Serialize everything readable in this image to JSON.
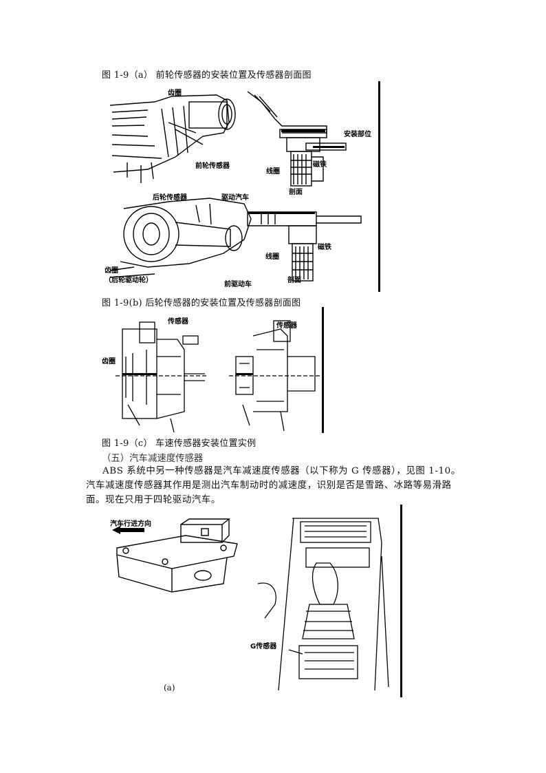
{
  "captions": {
    "fig_a": "图 1-9（a）  前轮传感器的安装位置及传感器剖面图",
    "fig_b": "图 1-9(b)    后轮传感器的安装位置及传感器剖面图",
    "fig_c": "图 1-9（c）  车速传感器安装位置实例"
  },
  "section_heading": "（五）汽车减速度传感器",
  "paragraph": "ABS 系统中另一种传感器是汽车减速度传感器（以下称为 G 传感器），见图 1-10。汽车减速度传感器其作用是测出汽车制动时的减速度，识别是否是雪路、冰路等易滑路面。现在只用于四轮驱动汽车。",
  "figure_a_labels": {
    "top_left_1": "齿圈",
    "top_left_2": "前轮传感器",
    "top_right_1": "安装部位",
    "top_right_2": "磁铁",
    "top_right_3": "线圈",
    "top_right_4": "剖面",
    "bottom_left_1": "后轮传感器",
    "bottom_left_2": "驱动汽车",
    "bottom_left_3": "齿圈",
    "bottom_left_4": "（后轮驱动轮）",
    "bottom_center": "前驱动车",
    "bottom_right_1": "磁铁",
    "bottom_right_2": "线圈",
    "bottom_right_3": "剖面"
  },
  "figure_b_labels": {
    "left_sensor": "传感器",
    "left_ring": "齿圈",
    "right_sensor": "传感器"
  },
  "figure_10_labels": {
    "direction": "汽车行进方向",
    "g_sensor": "G传感器",
    "sub_a": "(a)"
  }
}
